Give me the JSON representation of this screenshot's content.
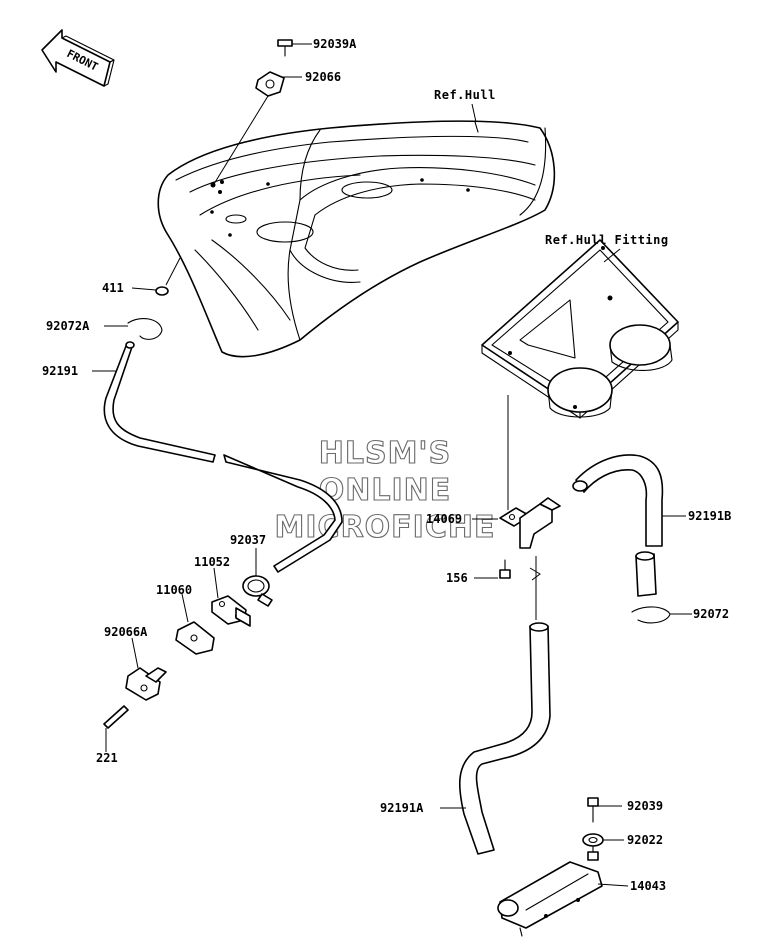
{
  "front_label": "FRONT",
  "ref_labels": {
    "hull": "Ref.Hull",
    "hull_fitting": "Ref.Hull Fitting"
  },
  "watermark": [
    "HLSM'S",
    "ONLINE",
    "MICROFICHE"
  ],
  "parts": {
    "p92039A": "92039A",
    "p92066": "92066",
    "p411": "411",
    "p92072A": "92072A",
    "p92191": "92191",
    "p92037": "92037",
    "p11052": "11052",
    "p11060": "11060",
    "p92066A": "92066A",
    "p221": "221",
    "p14069": "14069",
    "p156": "156",
    "p92191B": "92191B",
    "p92072": "92072",
    "p92191A": "92191A",
    "p92039": "92039",
    "p92022": "92022",
    "p14043": "14043"
  }
}
